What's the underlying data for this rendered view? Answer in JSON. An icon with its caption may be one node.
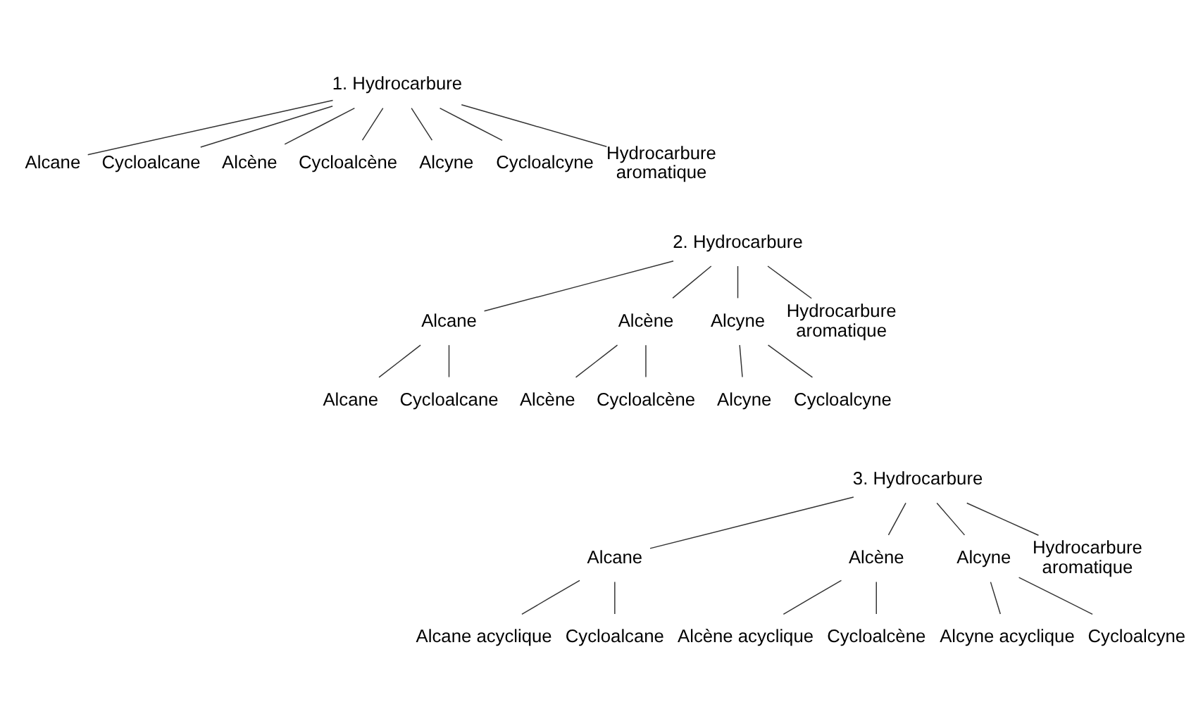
{
  "diagram": {
    "nodes": [
      {
        "text": [
          "1. Hydrocarbure"
        ]
      },
      {
        "text": [
          "Alcane"
        ]
      },
      {
        "text": [
          "Cycloalcane"
        ]
      },
      {
        "text": [
          "Alcène"
        ]
      },
      {
        "text": [
          "Cycloalcène"
        ]
      },
      {
        "text": [
          "Alcyne"
        ]
      },
      {
        "text": [
          "Cycloalcyne"
        ]
      },
      {
        "text": [
          "Hydrocarbure aromatique"
        ]
      },
      {
        "text": [
          "2. Hydrocarbure"
        ]
      },
      {
        "text": [
          "Alcane"
        ]
      },
      {
        "text": [
          "Alcène"
        ]
      },
      {
        "text": [
          "Alcyne"
        ]
      },
      {
        "text": [
          "Hydrocarbure aromatique"
        ]
      },
      {
        "text": [
          "Alcane"
        ]
      },
      {
        "text": [
          "Cycloalcane"
        ]
      },
      {
        "text": [
          "Alcène"
        ]
      },
      {
        "text": [
          "Cycloalcène"
        ]
      },
      {
        "text": [
          "Alcyne"
        ]
      },
      {
        "text": [
          "Cycloalcyne"
        ]
      },
      {
        "text": [
          "3. Hydrocarbure"
        ]
      },
      {
        "text": [
          "Alcane"
        ]
      },
      {
        "text": [
          "Alcène"
        ]
      },
      {
        "text": [
          "Alcyne"
        ]
      },
      {
        "text": [
          "Hydrocarbure aromatique"
        ]
      },
      {
        "text": [
          "Alcane acyclique"
        ]
      },
      {
        "text": [
          "Cycloalcane"
        ]
      },
      {
        "text": [
          "Alcène acyclique"
        ]
      },
      {
        "text": [
          "Cycloalcène"
        ]
      },
      {
        "text": [
          "Alcyne acyclique"
        ]
      },
      {
        "text": [
          "Cycloalcyne"
        ]
      }
    ],
    "edges": [
      {
        "from": 0,
        "to": 1,
        "arrow": "none"
      },
      {
        "from": 0,
        "to": 2,
        "arrow": "none"
      },
      {
        "from": 0,
        "to": 3,
        "arrow": "none"
      },
      {
        "from": 0,
        "to": 4,
        "arrow": "none"
      },
      {
        "from": 0,
        "to": 5,
        "arrow": "none"
      },
      {
        "from": 0,
        "to": 6,
        "arrow": "none"
      },
      {
        "from": 0,
        "to": 7,
        "arrow": "none"
      },
      {
        "from": 8,
        "to": 9,
        "arrow": "none"
      },
      {
        "from": 8,
        "to": 10,
        "arrow": "none"
      },
      {
        "from": 8,
        "to": 11,
        "arrow": "none"
      },
      {
        "from": 8,
        "to": 12,
        "arrow": "none"
      },
      {
        "from": 9,
        "to": 13,
        "arrow": "none"
      },
      {
        "from": 9,
        "to": 14,
        "arrow": "none"
      },
      {
        "from": 10,
        "to": 15,
        "arrow": "none"
      },
      {
        "from": 10,
        "to": 16,
        "arrow": "none"
      },
      {
        "from": 11,
        "to": 17,
        "arrow": "none"
      },
      {
        "from": 11,
        "to": 18,
        "arrow": "none"
      },
      {
        "from": 19,
        "to": 20,
        "arrow": "none"
      },
      {
        "from": 19,
        "to": 21,
        "arrow": "none"
      },
      {
        "from": 19,
        "to": 22,
        "arrow": "none"
      },
      {
        "from": 19,
        "to": 23,
        "arrow": "none"
      },
      {
        "from": 20,
        "to": 24,
        "arrow": "none"
      },
      {
        "from": 20,
        "to": 25,
        "arrow": "none"
      },
      {
        "from": 21,
        "to": 26,
        "arrow": "none"
      },
      {
        "from": 21,
        "to": 27,
        "arrow": "none"
      },
      {
        "from": 22,
        "to": 28,
        "arrow": "none"
      },
      {
        "from": 22,
        "to": 29,
        "arrow": "none"
      }
    ]
  }
}
